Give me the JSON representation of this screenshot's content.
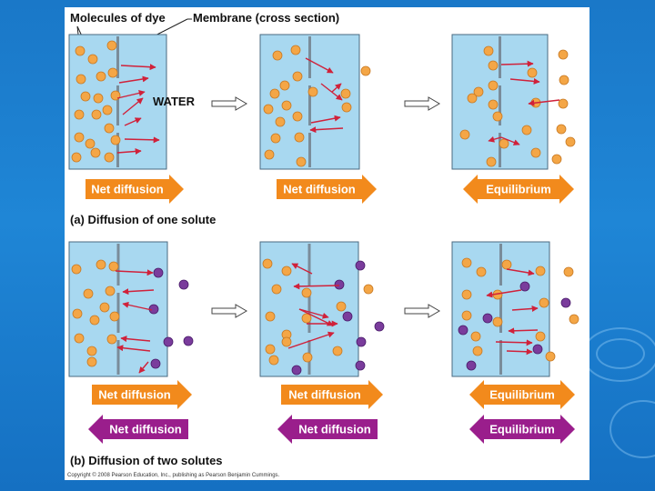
{
  "labels": {
    "molecules": "Molecules of dye",
    "membrane": "Membrane (cross section)",
    "water": "WATER",
    "part_a": "(a) Diffusion of one solute",
    "part_b": "(b) Diffusion of two solutes",
    "copyright": "Copyright © 2008 Pearson Education, Inc., publishing as Pearson Benjamin Cummings."
  },
  "arrows_a": [
    {
      "label": "Net diffusion",
      "direction": "right",
      "color": "#f28a1c"
    },
    {
      "label": "Net diffusion",
      "direction": "right",
      "color": "#f28a1c"
    },
    {
      "label": "Equilibrium",
      "direction": "both",
      "color": "#f28a1c"
    }
  ],
  "arrows_b_orange": [
    {
      "label": "Net diffusion",
      "direction": "right",
      "color": "#f28a1c"
    },
    {
      "label": "Net diffusion",
      "direction": "right",
      "color": "#f28a1c"
    },
    {
      "label": "Equilibrium",
      "direction": "both",
      "color": "#f28a1c"
    }
  ],
  "arrows_b_purple": [
    {
      "label": "Net diffusion",
      "direction": "left",
      "color": "#9a1e8c"
    },
    {
      "label": "Net diffusion",
      "direction": "left",
      "color": "#9a1e8c"
    },
    {
      "label": "Equilibrium",
      "direction": "both",
      "color": "#9a1e8c"
    }
  ],
  "colors": {
    "water": "#a8d8f0",
    "dye_orange": "#f4a646",
    "dye_purple": "#7a3c9c",
    "membrane": "#7a8c9a",
    "molecule_arrow": "#d0213a"
  }
}
